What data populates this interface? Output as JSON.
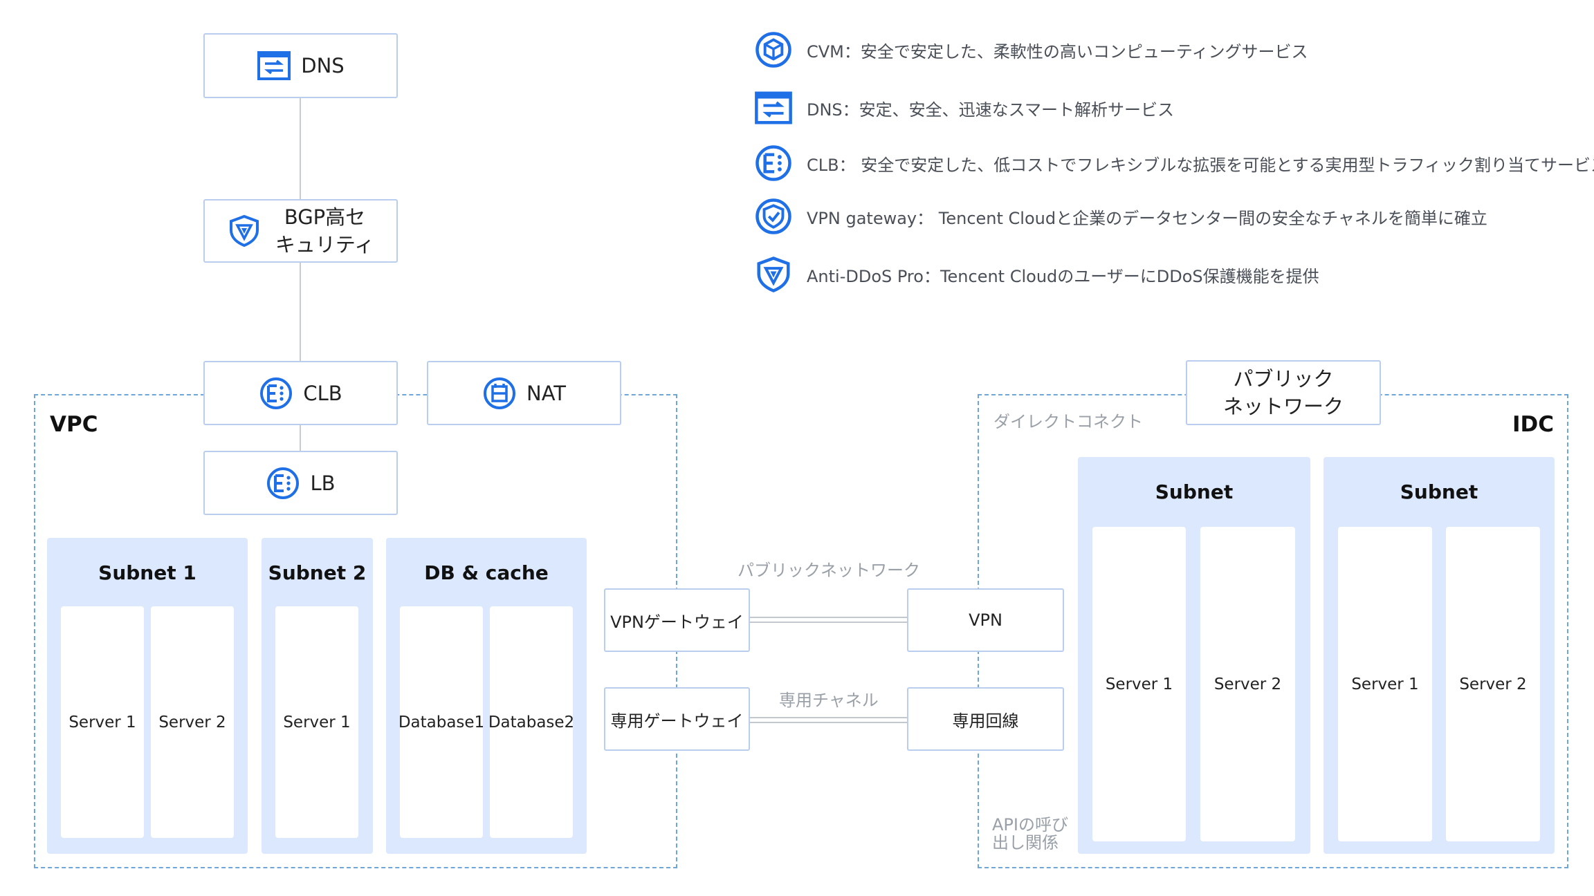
{
  "colors": {
    "accent": "#1f6fe6",
    "box_border": "#b9cdee",
    "subnet_fill": "#dbe8fd",
    "dashed": "#6fa6da",
    "grey_text": "#9aa0a8"
  },
  "top_chain": {
    "dns": {
      "icon": "dns-icon",
      "label": "DNS"
    },
    "bgp": {
      "icon": "shield-icon",
      "label_line1": "BGP高セ",
      "label_line2": "キュリティ"
    },
    "clb": {
      "icon": "clb-icon",
      "label": "CLB"
    },
    "nat": {
      "icon": "nat-icon",
      "label": "NAT"
    },
    "lb": {
      "icon": "clb-icon",
      "label": "LB"
    }
  },
  "vpc": {
    "title": "VPC",
    "subnets": [
      {
        "title": "Subnet 1",
        "servers": [
          "Server 1",
          "Server 2"
        ]
      },
      {
        "title": "Subnet 2",
        "servers": [
          "Server 1"
        ]
      },
      {
        "title": "DB & cache",
        "servers": [
          "Database1",
          "Database2"
        ]
      }
    ]
  },
  "connections": {
    "public_label": "パブリックネットワーク",
    "dedicated_label": "専用チャネル",
    "vpn_gateway": "VPNゲートウェイ",
    "vpn": "VPN",
    "dedicated_gateway": "専用ゲートウェイ",
    "dedicated_line": "専用回線"
  },
  "idc": {
    "title": "IDC",
    "direct_connect": "ダイレクトコネクト",
    "public_network_line1": "パブリック",
    "public_network_line2": "ネットワーク",
    "api_line1": "APIの呼び",
    "api_line2": "出し関係",
    "subnets": [
      {
        "title": "Subnet",
        "servers": [
          "Server 1",
          "Server 2"
        ]
      },
      {
        "title": "Subnet",
        "servers": [
          "Server 1",
          "Server 2"
        ]
      }
    ]
  },
  "legend": [
    {
      "icon": "cvm-icon",
      "text": "CVM：安全で安定した、柔軟性の高いコンピューティングサービス"
    },
    {
      "icon": "dns-icon",
      "text": "DNS：安定、安全、迅速なスマート解析サービス"
    },
    {
      "icon": "clb-icon",
      "text": "CLB： 安全で安定した、低コストでフレキシブルな拡張を可能とする実用型トラフィック割り当てサービス"
    },
    {
      "icon": "vpn-gateway-icon",
      "text": "VPN gateway： Tencent Cloudと企業のデータセンター間の安全なチャネルを簡単に確立"
    },
    {
      "icon": "shield-icon",
      "text": "Anti-DDoS Pro：Tencent CloudのユーザーにDDoS保護機能を提供"
    }
  ]
}
